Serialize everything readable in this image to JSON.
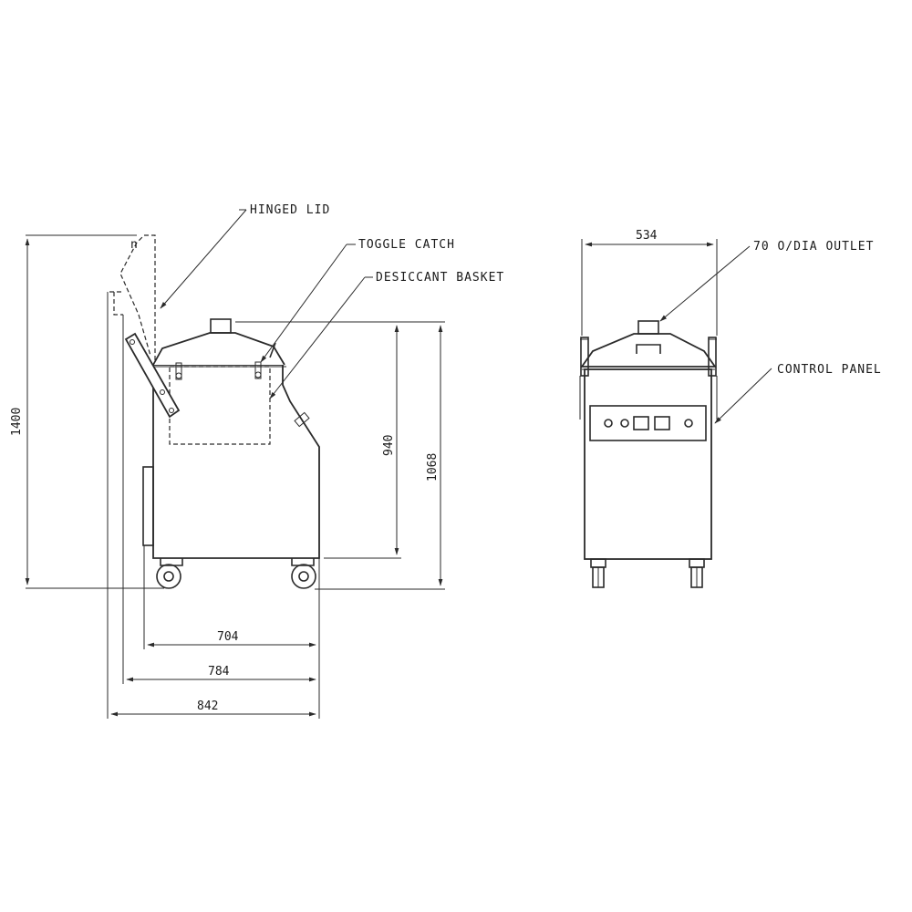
{
  "labels": {
    "hinged_lid": "HINGED LID",
    "toggle_catch": "TOGGLE CATCH",
    "desiccant_basket": "DESICCANT BASKET",
    "outlet": "70 O/DIA OUTLET",
    "control_panel": "CONTROL PANEL"
  },
  "dimensions": {
    "overall_height_open": "1400",
    "body_height": "940",
    "overall_height": "1068",
    "depth_704": "704",
    "depth_784": "784",
    "depth_842": "842",
    "width": "534"
  },
  "colors": {
    "line": "#2a2a2a",
    "background": "#ffffff"
  }
}
